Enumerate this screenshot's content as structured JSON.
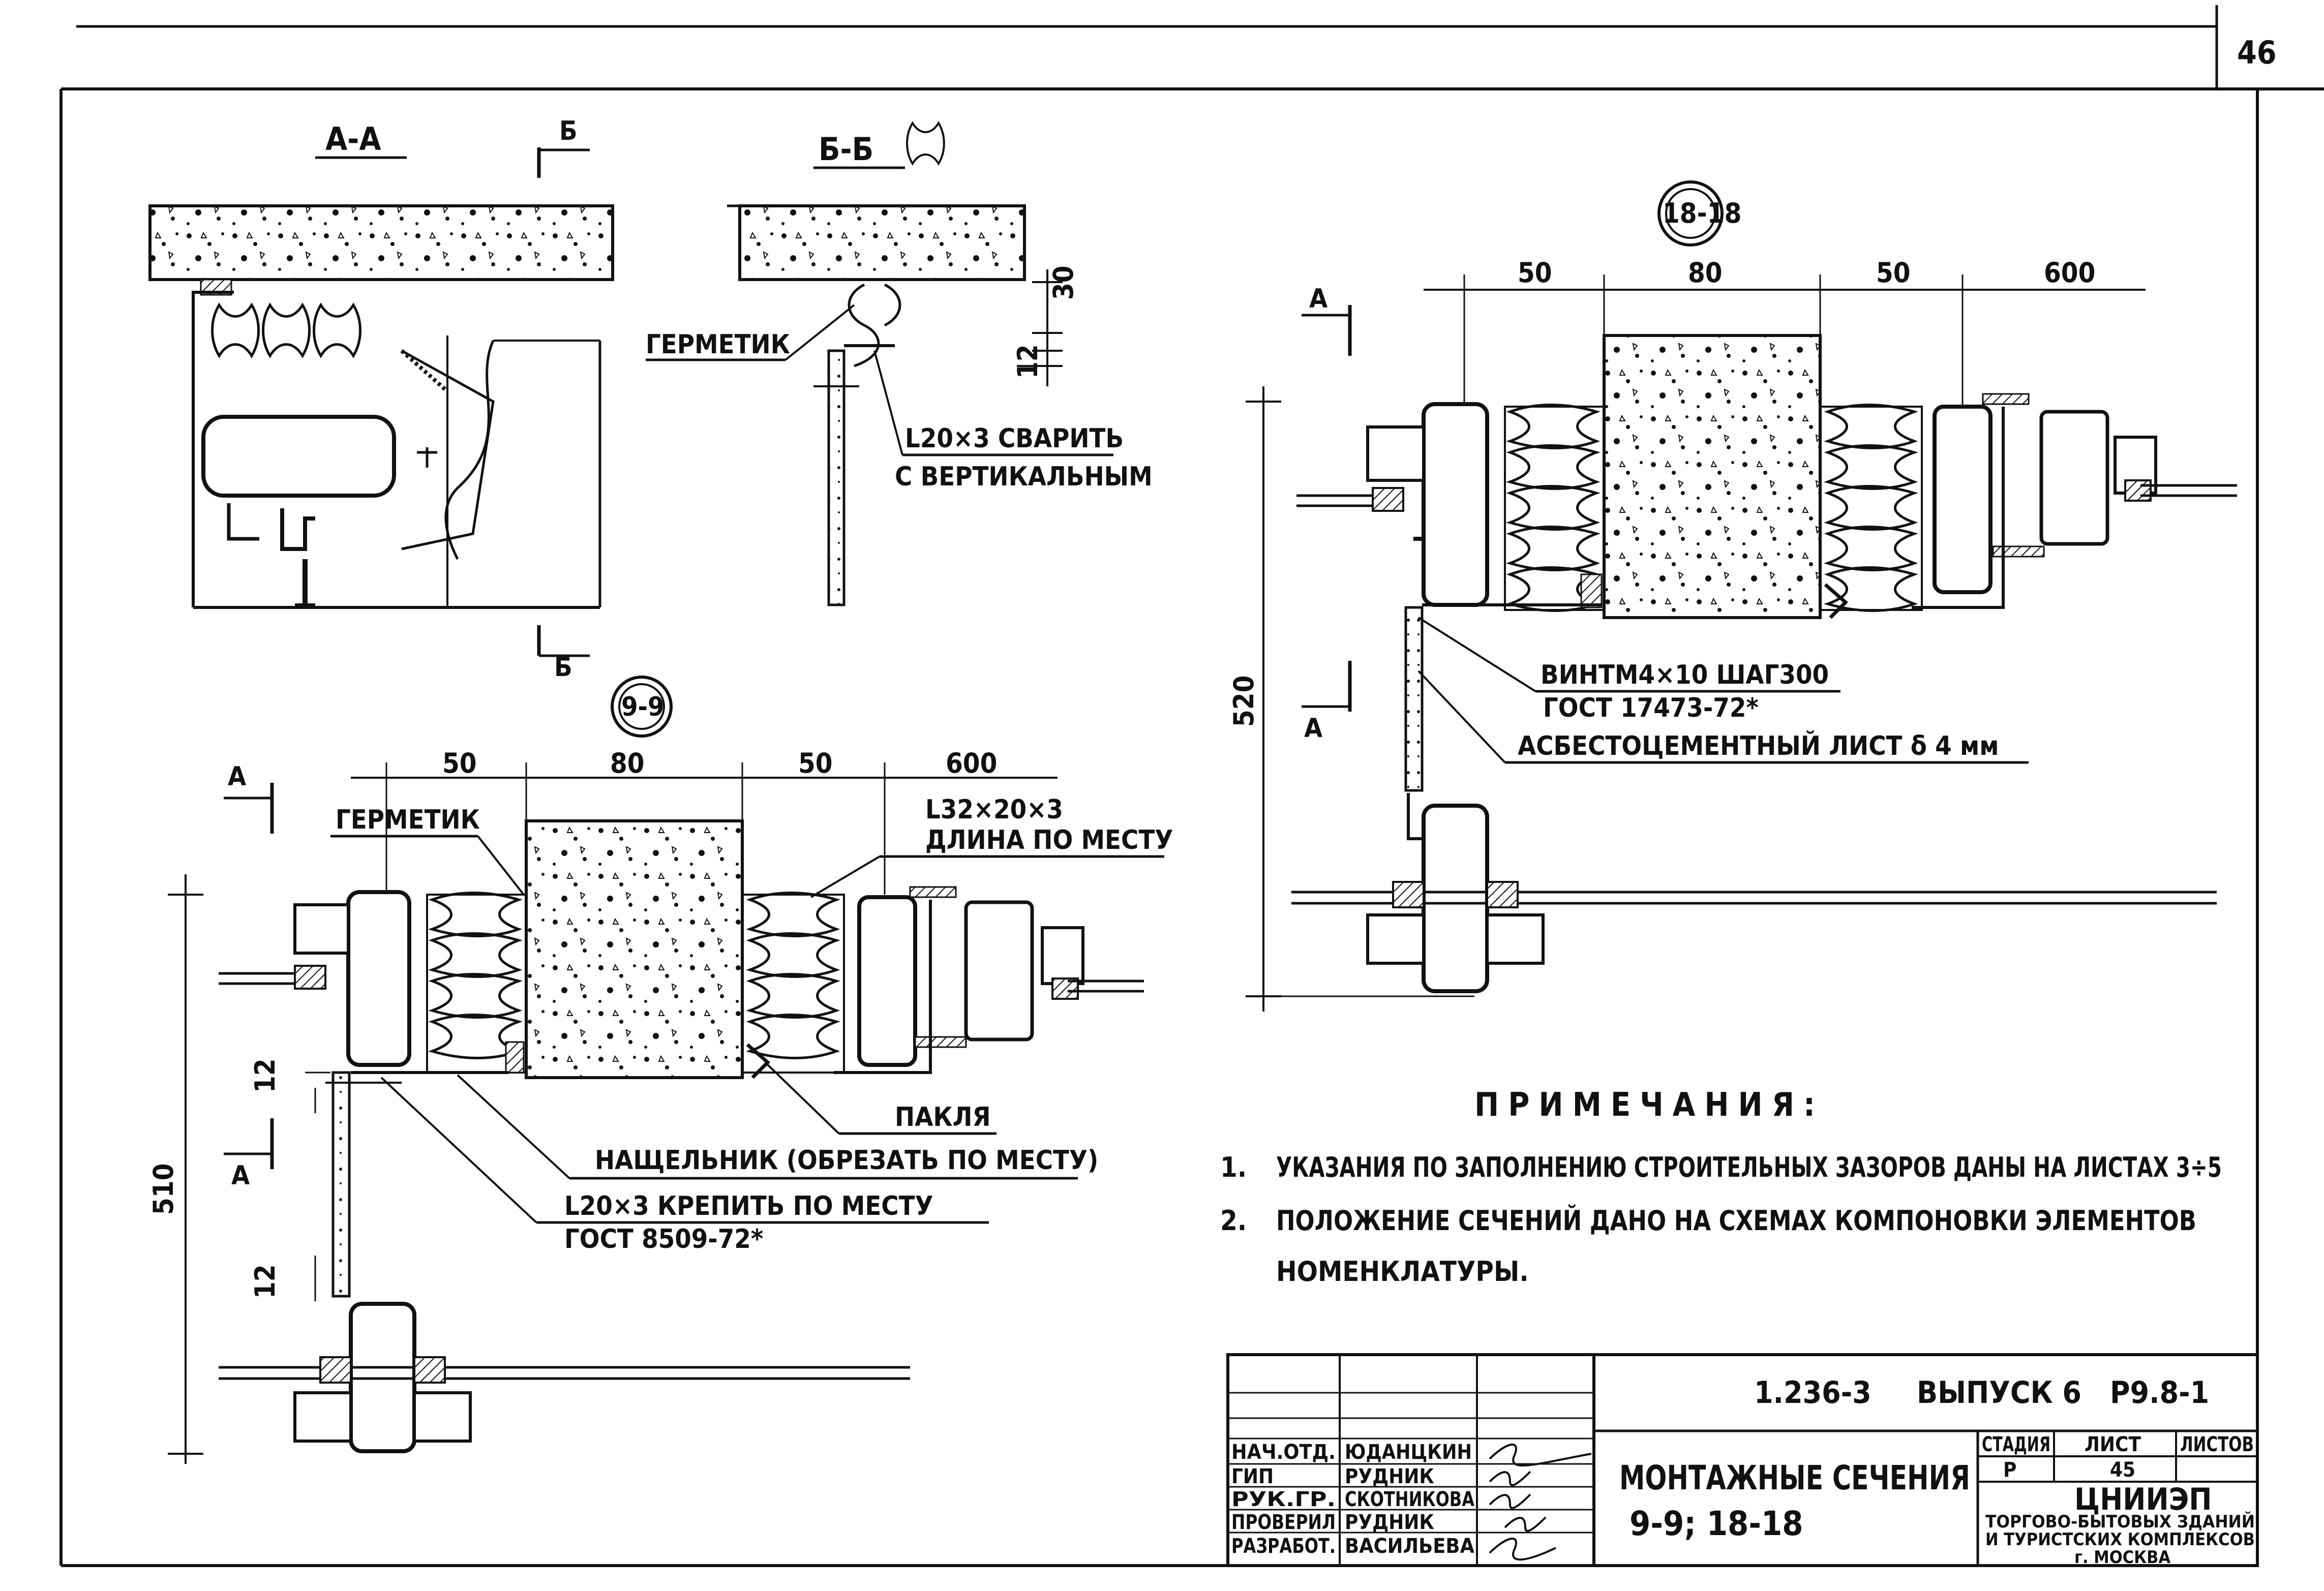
{
  "sheet": {
    "page_number": "46",
    "section_aa": "А-А",
    "section_bb": "Б-Б",
    "cut_letter_a": "А",
    "cut_letter_b": "Б",
    "bubble_9_9": "9-9",
    "bubble_18_18": "18-18"
  },
  "labels": {
    "germetik": "ГЕРМЕТИК",
    "angle_weld_1": "L20×3 СВАРИТЬ",
    "angle_weld_2": "С ВЕРТИКАЛЬНЫМ",
    "angle_32": "L32×20×3",
    "length_fit": "ДЛИНА ПО МЕСТУ",
    "pakla": "ПАКЛЯ",
    "nashchelnik": "НАЩЕЛЬНИК (ОБРЕЗАТЬ ПО МЕСТУ)",
    "angle_fix": "L20×3 КРЕПИТЬ ПО МЕСТУ",
    "gost_8509": "ГОСТ 8509-72*",
    "screw": "ВИНТМ4×10 ШАГ300",
    "gost_17473": "ГОСТ 17473-72*",
    "asbestos": "АСБЕСТОЦЕМЕНТНЫЙ ЛИСТ δ 4 мм"
  },
  "dims": {
    "d30": "30",
    "d12": "12",
    "d50": "50",
    "d80": "80",
    "d600": "600",
    "d510": "510",
    "d520": "520"
  },
  "notes": {
    "heading": "ПРИМЕЧАНИЯ:",
    "n1_num": "1.",
    "n1": "УКАЗАНИЯ ПО ЗАПОЛНЕНИЮ СТРОИТЕЛЬНЫХ ЗАЗОРОВ ДАНЫ НА ЛИСТАХ 3÷5",
    "n2_num": "2.",
    "n2_line1": "ПОЛОЖЕНИЕ СЕЧЕНИЙ ДАНО НА СХЕМАХ КОМПОНОВКИ ЭЛЕМЕНТОВ",
    "n2_line2": "НОМЕНКЛАТУРЫ."
  },
  "title_block": {
    "series": "1.236-3",
    "issue": "ВЫПУСК 6",
    "sheet_code": "Р9.8-1",
    "title_line1": "МОНТАЖНЫЕ СЕЧЕНИЯ",
    "title_line2": "9-9;   18-18",
    "stage_header": "СТАДИЯ",
    "sheet_header": "ЛИСТ",
    "sheets_header": "ЛИСТОВ",
    "stage_value": "Р",
    "sheet_value": "45",
    "org_name": "ЦНИИЭП",
    "org_line1": "ТОРГОВО-БЫТОВЫХ ЗДАНИЙ",
    "org_line2": "И ТУРИСТСКИХ КОМПЛЕКСОВ",
    "org_city": "г. МОСКВА",
    "roles": [
      {
        "role": "НАЧ.ОТД.",
        "name": "ЮДАНЦКИН"
      },
      {
        "role": "ГИП",
        "name": "РУДНИК"
      },
      {
        "role": "РУК.ГР.",
        "name": "СКОТНИКОВА"
      },
      {
        "role": "ПРОВЕРИЛ",
        "name": "РУДНИК"
      },
      {
        "role": "РАЗРАБОТ.",
        "name": "ВАСИЛЬЕВА"
      }
    ]
  }
}
